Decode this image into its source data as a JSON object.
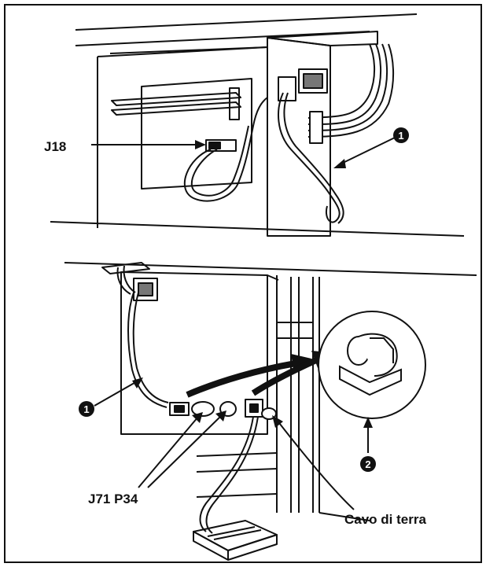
{
  "labels": {
    "j18": "J18",
    "callout_1_top": "1",
    "callout_1_bottom": "1",
    "callout_2": "2",
    "j71_p34": "J71 P34",
    "cavo_di_terra": "Cavo di terra"
  },
  "colors": {
    "ink": "#111111",
    "background": "#ffffff"
  }
}
